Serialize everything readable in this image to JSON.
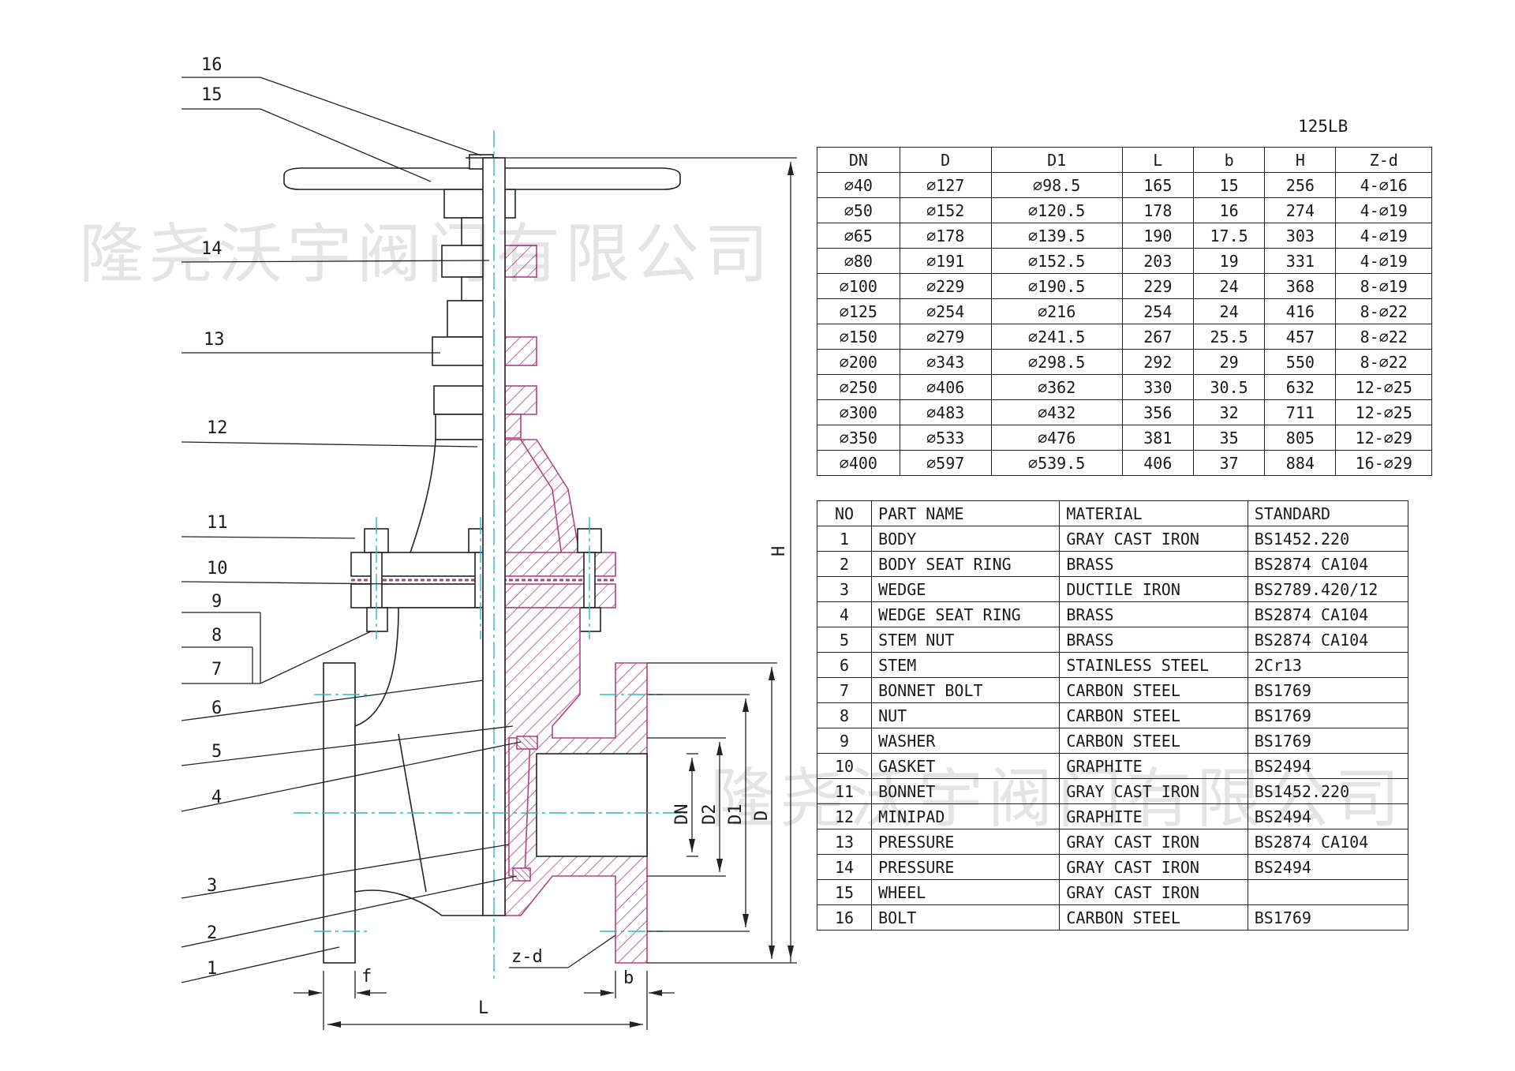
{
  "rating": "125LB",
  "watermark": "隆尧沃宇阀门有限公司",
  "dimension_labels": {
    "H": "H",
    "L": "L",
    "f": "f",
    "b": "b",
    "zd": "z-d",
    "DN": "DN",
    "D2": "D2",
    "D1": "D1",
    "D": "D"
  },
  "callouts": [
    "16",
    "15",
    "14",
    "13",
    "12",
    "11",
    "10",
    "9",
    "8",
    "7",
    "6",
    "5",
    "4",
    "3",
    "2",
    "1"
  ],
  "dims_table": {
    "headers": [
      "DN",
      "D",
      "D1",
      "L",
      "b",
      "H",
      "Z-d"
    ],
    "rows": [
      [
        "∅40",
        "∅127",
        "∅98.5",
        "165",
        "15",
        "256",
        "4-∅16"
      ],
      [
        "∅50",
        "∅152",
        "∅120.5",
        "178",
        "16",
        "274",
        "4-∅19"
      ],
      [
        "∅65",
        "∅178",
        "∅139.5",
        "190",
        "17.5",
        "303",
        "4-∅19"
      ],
      [
        "∅80",
        "∅191",
        "∅152.5",
        "203",
        "19",
        "331",
        "4-∅19"
      ],
      [
        "∅100",
        "∅229",
        "∅190.5",
        "229",
        "24",
        "368",
        "8-∅19"
      ],
      [
        "∅125",
        "∅254",
        "∅216",
        "254",
        "24",
        "416",
        "8-∅22"
      ],
      [
        "∅150",
        "∅279",
        "∅241.5",
        "267",
        "25.5",
        "457",
        "8-∅22"
      ],
      [
        "∅200",
        "∅343",
        "∅298.5",
        "292",
        "29",
        "550",
        "8-∅22"
      ],
      [
        "∅250",
        "∅406",
        "∅362",
        "330",
        "30.5",
        "632",
        "12-∅25"
      ],
      [
        "∅300",
        "∅483",
        "∅432",
        "356",
        "32",
        "711",
        "12-∅25"
      ],
      [
        "∅350",
        "∅533",
        "∅476",
        "381",
        "35",
        "805",
        "12-∅29"
      ],
      [
        "∅400",
        "∅597",
        "∅539.5",
        "406",
        "37",
        "884",
        "16-∅29"
      ]
    ]
  },
  "parts_table": {
    "headers": [
      "NO",
      "PART NAME",
      "MATERIAL",
      "STANDARD"
    ],
    "rows": [
      [
        "1",
        "BODY",
        "GRAY CAST IRON",
        "BS1452.220"
      ],
      [
        "2",
        "BODY SEAT RING",
        "BRASS",
        "BS2874 CA104"
      ],
      [
        "3",
        "WEDGE",
        "DUCTILE IRON",
        "BS2789.420/12"
      ],
      [
        "4",
        "WEDGE SEAT RING",
        "BRASS",
        "BS2874 CA104"
      ],
      [
        "5",
        "STEM NUT",
        "BRASS",
        "BS2874 CA104"
      ],
      [
        "6",
        "STEM",
        "STAINLESS STEEL",
        "2Cr13"
      ],
      [
        "7",
        "BONNET BOLT",
        "CARBON STEEL",
        "BS1769"
      ],
      [
        "8",
        "NUT",
        "CARBON STEEL",
        "BS1769"
      ],
      [
        "9",
        "WASHER",
        "CARBON STEEL",
        "BS1769"
      ],
      [
        "10",
        "GASKET",
        "GRAPHITE",
        "BS2494"
      ],
      [
        "11",
        "BONNET",
        "GRAY CAST IRON",
        "BS1452.220"
      ],
      [
        "12",
        "MINIPAD",
        "GRAPHITE",
        "BS2494"
      ],
      [
        "13",
        "PRESSURE",
        "GRAY CAST IRON",
        "BS2874 CA104"
      ],
      [
        "14",
        "PRESSURE",
        "GRAY CAST IRON",
        "BS2494"
      ],
      [
        "15",
        "WHEEL",
        "GRAY CAST IRON",
        ""
      ],
      [
        "16",
        "BOLT",
        "CARBON STEEL",
        "BS1769"
      ]
    ]
  }
}
